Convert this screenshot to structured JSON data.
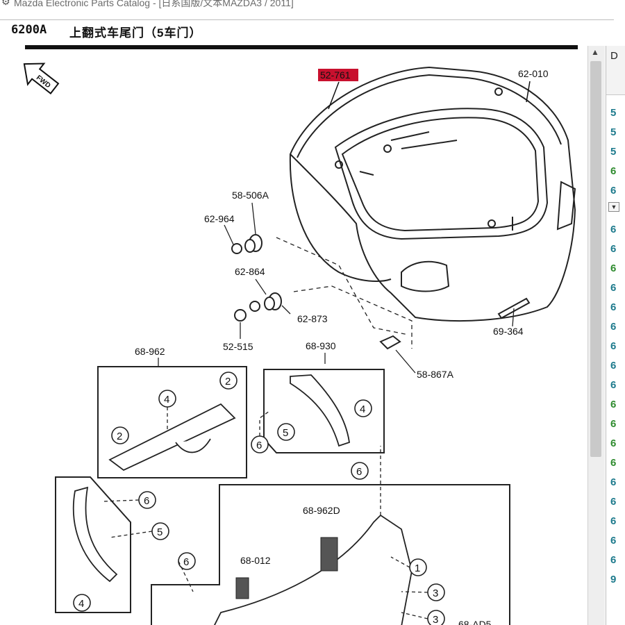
{
  "window": {
    "title": "Mazda Electronic Parts Catalog - [日系国版/文本MAZDA3 / 2011]"
  },
  "header": {
    "code": "6200A",
    "name": "上翻式车尾门（5车门）"
  },
  "diagram": {
    "fwd": "FWD",
    "parts": {
      "p52761": "52-761",
      "p62010": "62-010",
      "p58506A": "58-506A",
      "p62964": "62-964",
      "p62864": "62-864",
      "p62873": "62-873",
      "p52515": "52-515",
      "p69364": "69-364",
      "p68962": "68-962",
      "p68930": "68-930",
      "p58867A": "58-867A",
      "p68962D": "68-962D",
      "p68012": "68-012",
      "p68AD5": "68-AD5"
    },
    "callouts": {
      "c1": "1",
      "c2": "2",
      "c3": "3",
      "c4": "4",
      "c5": "5",
      "c6": "6"
    }
  },
  "rightpanel": {
    "header": "D",
    "rows": [
      {
        "text": "5",
        "color": "teal"
      },
      {
        "text": "5",
        "color": "teal"
      },
      {
        "text": "5",
        "color": "teal"
      },
      {
        "text": "6",
        "color": "green"
      },
      {
        "text": "6",
        "color": "teal"
      },
      {
        "text": "6",
        "color": "teal"
      },
      {
        "text": "6",
        "color": "teal"
      },
      {
        "text": "6",
        "color": "green"
      },
      {
        "text": "6",
        "color": "teal"
      },
      {
        "text": "6",
        "color": "teal"
      },
      {
        "text": "6",
        "color": "teal"
      },
      {
        "text": "6",
        "color": "teal"
      },
      {
        "text": "6",
        "color": "teal"
      },
      {
        "text": "6",
        "color": "teal"
      },
      {
        "text": "6",
        "color": "green"
      },
      {
        "text": "6",
        "color": "green"
      },
      {
        "text": "6",
        "color": "green"
      },
      {
        "text": "6",
        "color": "green"
      },
      {
        "text": "6",
        "color": "teal"
      },
      {
        "text": "6",
        "color": "teal"
      },
      {
        "text": "6",
        "color": "teal"
      },
      {
        "text": "6",
        "color": "teal"
      },
      {
        "text": "6",
        "color": "teal"
      },
      {
        "text": "9",
        "color": "teal"
      }
    ]
  },
  "colors": {
    "highlight": "#c8102e",
    "teal": "#1d7a8c",
    "green": "#2e8b2e"
  }
}
